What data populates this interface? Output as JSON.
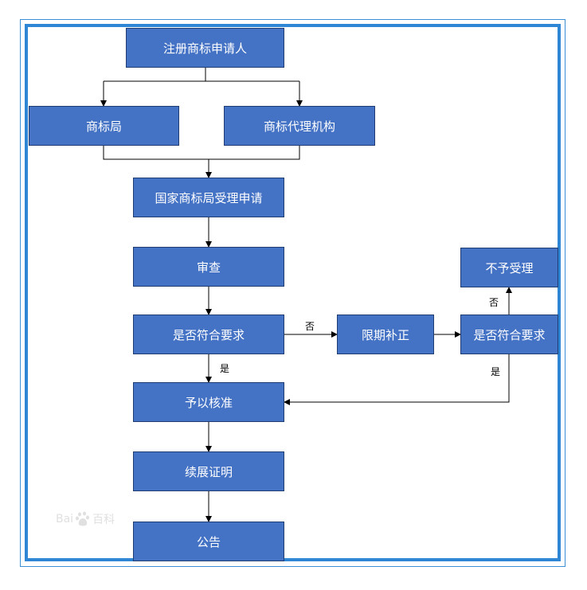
{
  "nodes": {
    "applicant": "注册商标申请人",
    "office": "商标局",
    "agency": "商标代理机构",
    "accept": "国家商标局受理申请",
    "review": "审查",
    "check1": "是否符合要求",
    "correction": "限期补正",
    "check2": "是否符合要求",
    "reject": "不予受理",
    "approve": "予以核准",
    "renewal": "续展证明",
    "announce": "公告"
  },
  "edge_labels": {
    "no1": "否",
    "yes1": "是",
    "no2": "否",
    "yes2": "是"
  },
  "watermark": {
    "brand": "Bai",
    "suffix": "百科",
    "icon": "baidu-paw-icon"
  },
  "colors": {
    "node_fill": "#4472c4",
    "node_border": "#1f3d73",
    "frame": "#2f86d4"
  }
}
